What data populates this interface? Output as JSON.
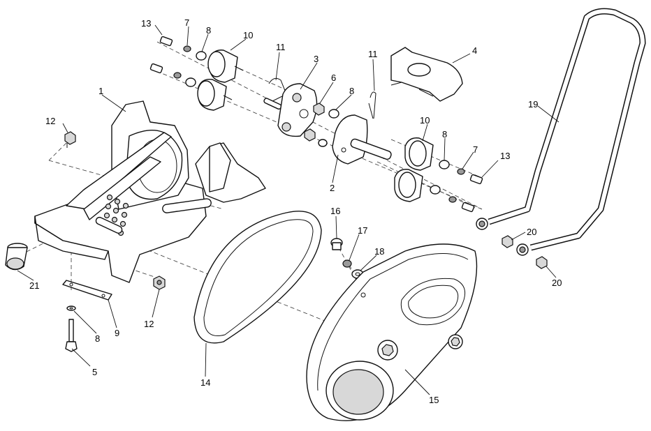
{
  "callouts": {
    "c1": "1",
    "c2": "2",
    "c3": "3",
    "c4": "4",
    "c5": "5",
    "c6": "6",
    "c7a": "7",
    "c7b": "7",
    "c8a": "8",
    "c8b": "8",
    "c8c": "8",
    "c8d": "8",
    "c9": "9",
    "c10a": "10",
    "c10b": "10",
    "c11a": "11",
    "c11b": "11",
    "c12a": "12",
    "c12b": "12",
    "c13a": "13",
    "c13b": "13",
    "c14": "14",
    "c15": "15",
    "c16": "16",
    "c17": "17",
    "c18": "18",
    "c19": "19",
    "c20a": "20",
    "c20b": "20",
    "c21": "21"
  }
}
